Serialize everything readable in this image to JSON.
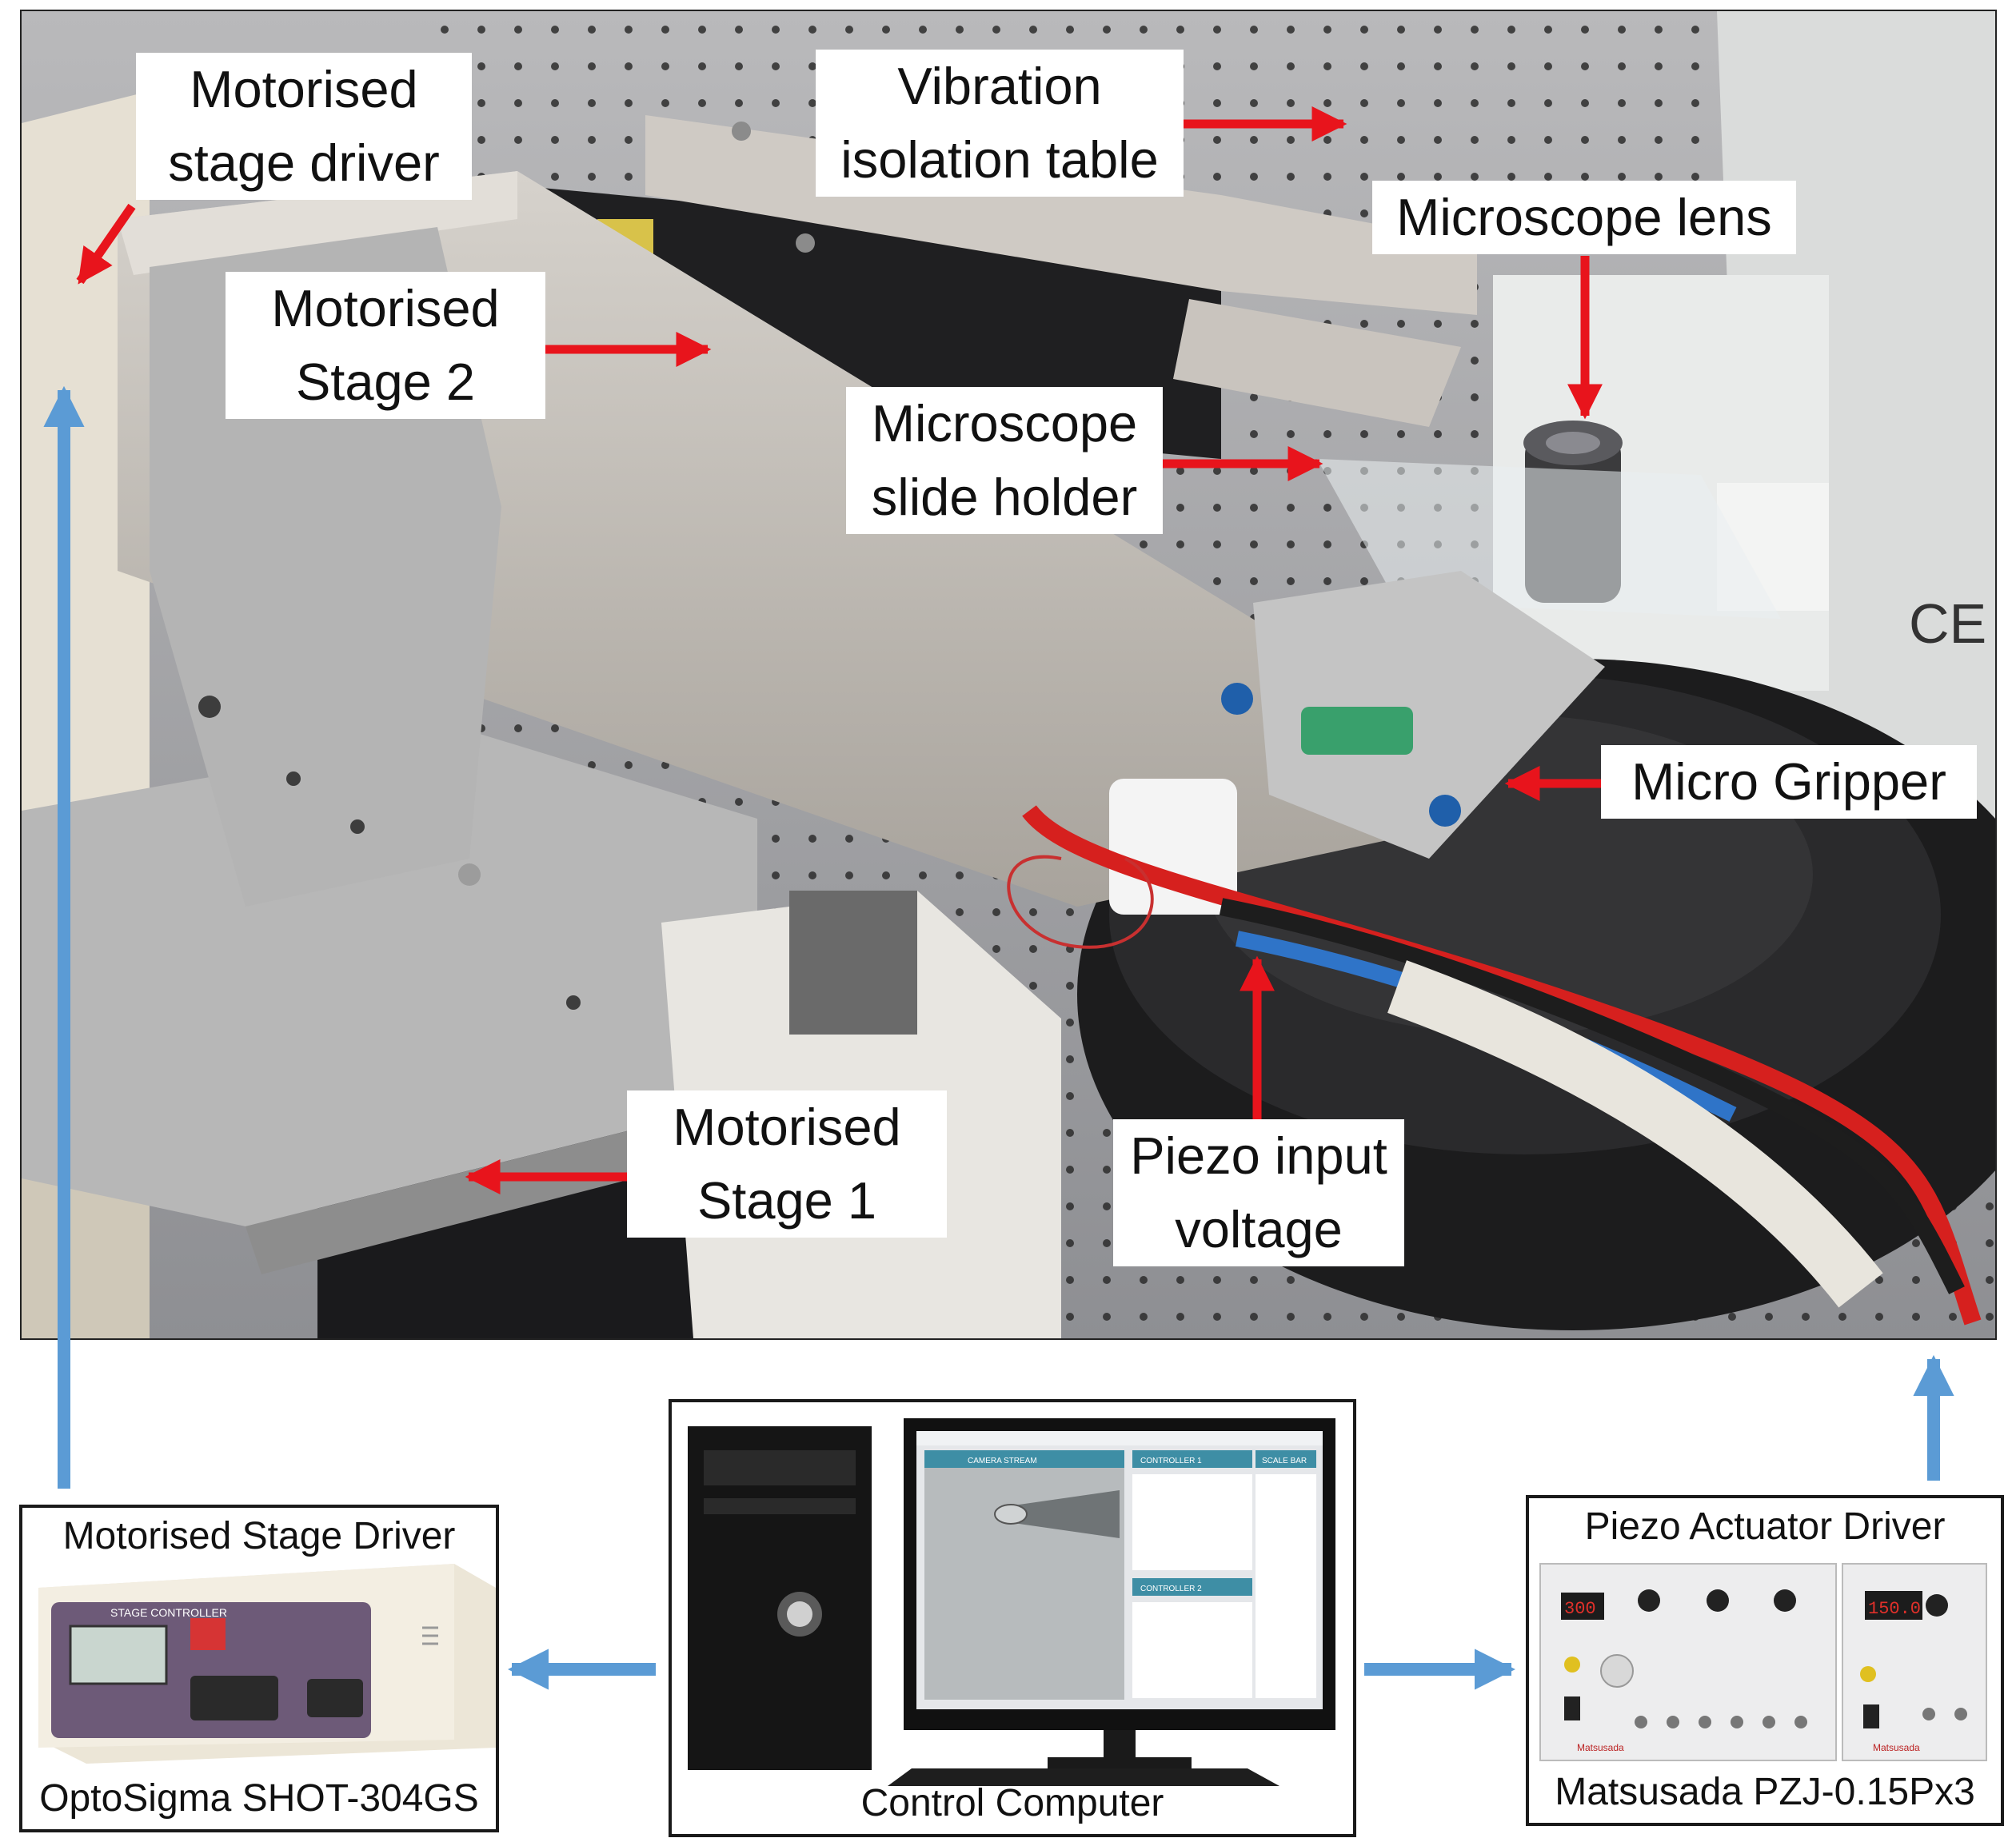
{
  "photo_labels": {
    "motorised_stage_driver": [
      "Motorised",
      "stage driver"
    ],
    "vibration_isolation_table": [
      "Vibration",
      "isolation table"
    ],
    "microscope_lens": "Microscope lens",
    "motorised_stage_2": [
      "Motorised",
      "Stage 2"
    ],
    "microscope_slide_holder": [
      "Microscope",
      "slide holder"
    ],
    "micro_gripper": "Micro Gripper",
    "piezo_input_voltage": [
      "Piezo input",
      "voltage"
    ],
    "motorised_stage_1": [
      "Motorised",
      "Stage 1"
    ]
  },
  "devices": {
    "stage_driver": {
      "title": "Motorised Stage Driver",
      "model": "OptoSigma SHOT-304GS",
      "panel_text": "STAGE CONTROLLER"
    },
    "computer": {
      "caption": "Control Computer",
      "screen_tab_left": "CAMERA STREAM",
      "screen_tab_controller_1": "CONTROLLER 1",
      "screen_tab_controller_2": "CONTROLLER 2",
      "screen_tab_scale": "SCALE BAR"
    },
    "piezo_driver": {
      "title": "Piezo Actuator Driver",
      "model": "Matsusada PZJ-0.15Px3",
      "display_1": "300",
      "display_2": "150.0",
      "brand": "Matsusada"
    }
  },
  "colors": {
    "annotation_arrow": "#e8141c",
    "flow_arrow": "#5b9bd5",
    "frame": "#1a1a1a"
  }
}
